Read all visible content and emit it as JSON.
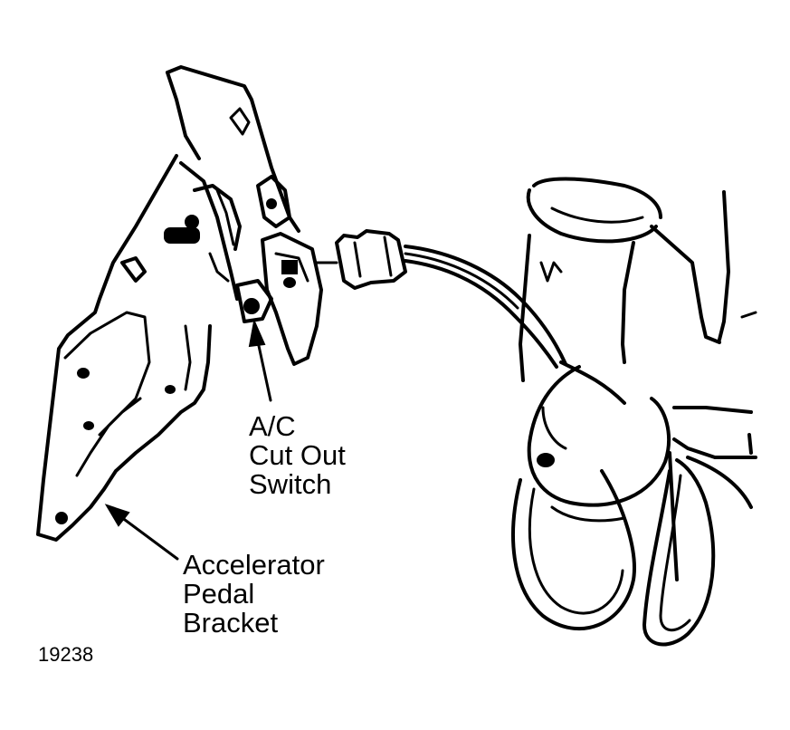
{
  "labels": {
    "switch": [
      "A/C",
      "Cut Out",
      "Switch"
    ],
    "bracket": [
      "Accelerator",
      "Pedal",
      "Bracket"
    ]
  },
  "figure_number": "19238",
  "colors": {
    "ink": "#000000",
    "background": "#ffffff"
  }
}
